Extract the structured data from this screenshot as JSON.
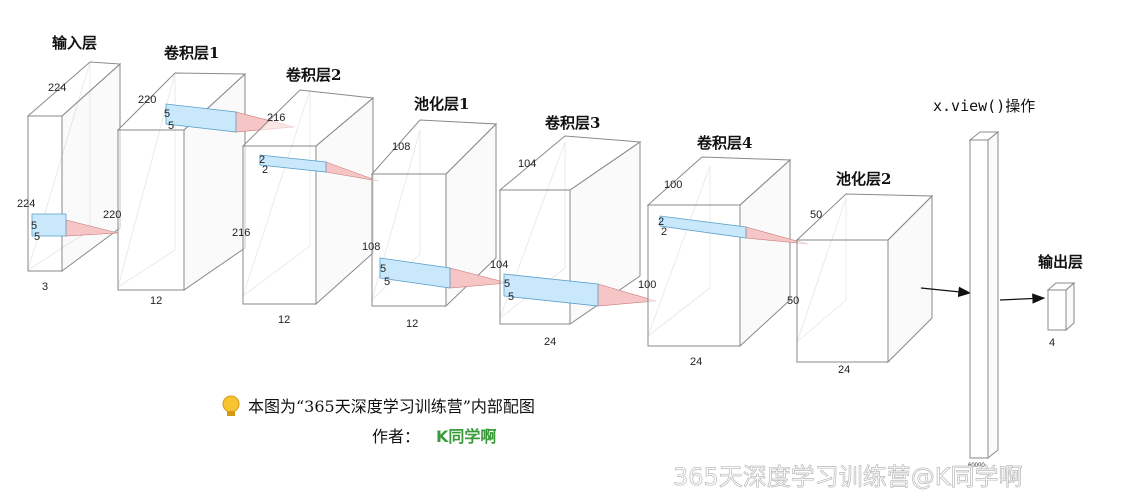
{
  "layers": [
    {
      "title": "输入层",
      "depth_label": "224",
      "height_label": "224",
      "channels": "3"
    },
    {
      "title": "卷积层1",
      "depth_label": "220",
      "height_label": "220",
      "channels": "12"
    },
    {
      "title": "卷积层2",
      "depth_label": "216",
      "height_label": "216",
      "channels": "12"
    },
    {
      "title": "池化层1",
      "depth_label": "108",
      "height_label": "108",
      "channels": "12"
    },
    {
      "title": "卷积层3",
      "depth_label": "104",
      "height_label": "104",
      "channels": "24"
    },
    {
      "title": "卷积层4",
      "depth_label": "100",
      "height_label": "100",
      "channels": "24"
    },
    {
      "title": "池化层2",
      "depth_label": "50",
      "height_label": "50",
      "channels": "24"
    }
  ],
  "kernels": {
    "conv1": {
      "a": "5",
      "b": "5"
    },
    "conv1b": {
      "a": "5",
      "b": "5"
    },
    "conv2": {
      "a": "2",
      "b": "2"
    },
    "conv3": {
      "a": "5",
      "b": "5"
    },
    "conv4": {
      "a": "5",
      "b": "5"
    },
    "pool2": {
      "a": "2",
      "b": "2"
    }
  },
  "flatten": {
    "title": "x.view()操作",
    "size": "60000"
  },
  "output": {
    "title": "输出层",
    "size": "4"
  },
  "caption": {
    "line1": "本图为“365天深度学习训练营”内部配图",
    "author_label": "作者：",
    "author_name": "K同学啊"
  },
  "watermark": "365天深度学习训练营@K同学啊",
  "colors": {
    "kernel": "#c9e8fb",
    "cone": "#f6c5c5",
    "author": "#3a9b3a"
  }
}
